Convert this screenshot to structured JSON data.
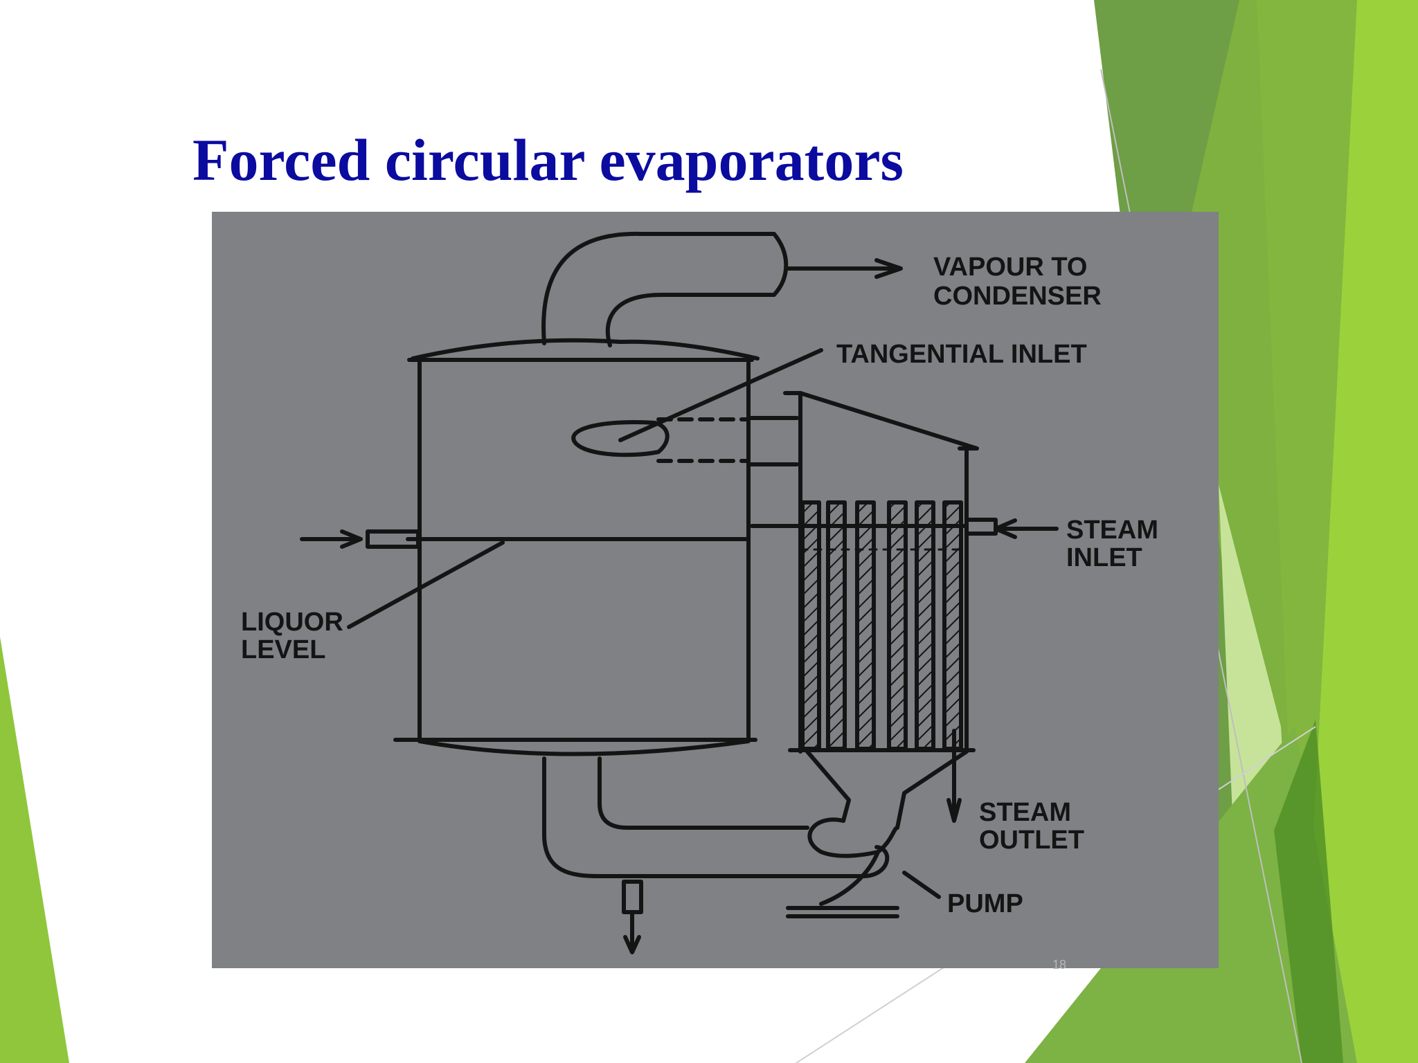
{
  "slide": {
    "title": "Forced circular evaporators",
    "page_number": "18"
  },
  "diagram": {
    "labels": {
      "vapour_line1": "VAPOUR TO",
      "vapour_line2": "CONDENSER",
      "tangential_inlet": "TANGENTIAL INLET",
      "steam_inlet_line1": "STEAM",
      "steam_inlet_line2": "INLET",
      "liquor_line1": "LIQUOR",
      "liquor_line2": "LEVEL",
      "steam_outlet_line1": "STEAM",
      "steam_outlet_line2": "OUTLET",
      "pump": "PUMP"
    }
  },
  "colors": {
    "title": "#0b0ba0",
    "photo_background": "#7f8184",
    "ink": "#141414",
    "accent_green_light": "#9bd23c",
    "accent_green_dark": "#5e9a38"
  }
}
